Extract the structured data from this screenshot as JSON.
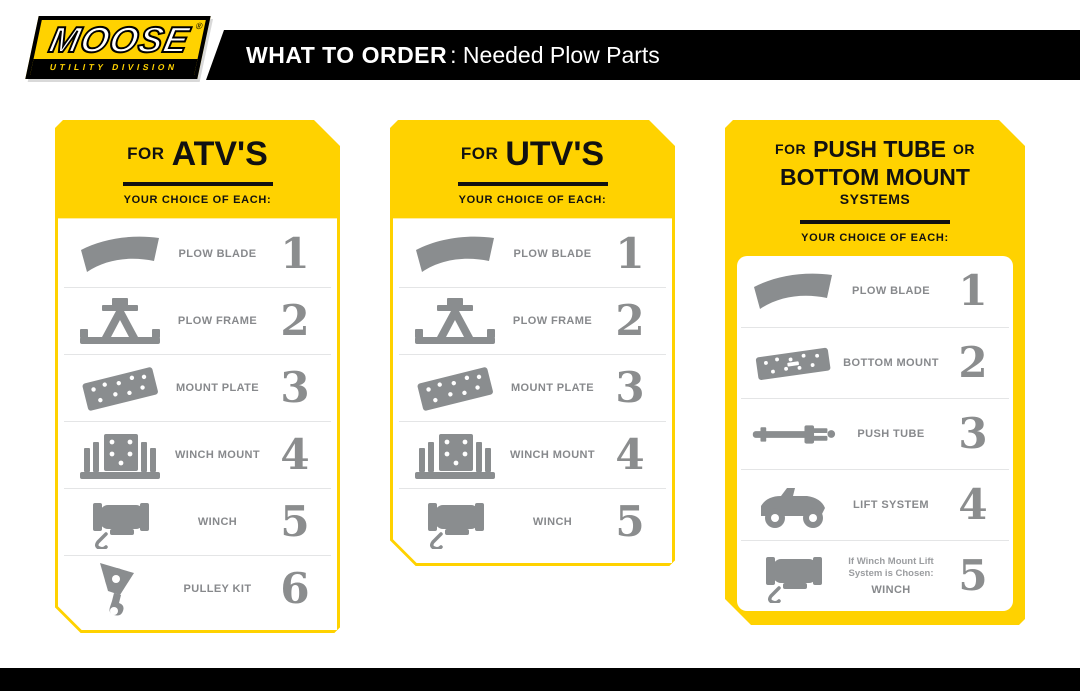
{
  "header": {
    "logo": {
      "brand": "MOOSE",
      "sub": "UTILITY DIVISION",
      "reg": "®"
    },
    "title_bold": "WHAT TO ORDER",
    "title_rest": ": Needed Plow Parts"
  },
  "colors": {
    "yellow": "#ffd200",
    "black": "#000000",
    "gray": "#8a8d8f"
  },
  "cards": [
    {
      "title_lines": [
        [
          {
            "text": "FOR",
            "size": "small"
          },
          {
            "text": "ATV'S",
            "size": "big"
          }
        ]
      ],
      "choice": "YOUR CHOICE OF EACH:",
      "items": [
        {
          "icon": "plow-blade",
          "label": "PLOW BLADE",
          "number": "1"
        },
        {
          "icon": "plow-frame",
          "label": "PLOW FRAME",
          "number": "2"
        },
        {
          "icon": "mount-plate",
          "label": "MOUNT PLATE",
          "number": "3"
        },
        {
          "icon": "winch-mount",
          "label": "WINCH MOUNT",
          "number": "4"
        },
        {
          "icon": "winch",
          "label": "WINCH",
          "number": "5"
        },
        {
          "icon": "pulley-kit",
          "label": "PULLEY KIT",
          "number": "6"
        }
      ]
    },
    {
      "title_lines": [
        [
          {
            "text": "FOR",
            "size": "small"
          },
          {
            "text": "UTV'S",
            "size": "big"
          }
        ]
      ],
      "choice": "YOUR CHOICE OF EACH:",
      "items": [
        {
          "icon": "plow-blade",
          "label": "PLOW BLADE",
          "number": "1"
        },
        {
          "icon": "plow-frame",
          "label": "PLOW FRAME",
          "number": "2"
        },
        {
          "icon": "mount-plate",
          "label": "MOUNT PLATE",
          "number": "3"
        },
        {
          "icon": "winch-mount",
          "label": "WINCH MOUNT",
          "number": "4"
        },
        {
          "icon": "winch",
          "label": "WINCH",
          "number": "5"
        }
      ]
    },
    {
      "title_lines": [
        [
          {
            "text": "FOR",
            "size": "small"
          },
          {
            "text": "PUSH TUBE",
            "size": "big"
          },
          {
            "text": "OR",
            "size": "small"
          }
        ],
        [
          {
            "text": "BOTTOM MOUNT",
            "size": "big"
          }
        ],
        [
          {
            "text": "SYSTEMS",
            "size": "small"
          }
        ]
      ],
      "choice": "YOUR CHOICE OF EACH:",
      "items": [
        {
          "icon": "plow-blade",
          "label": "PLOW BLADE",
          "number": "1"
        },
        {
          "icon": "bottom-mount",
          "label": "BOTTOM MOUNT",
          "number": "2"
        },
        {
          "icon": "push-tube",
          "label": "PUSH TUBE",
          "number": "3"
        },
        {
          "icon": "lift-system",
          "label": "LIFT SYSTEM",
          "number": "4"
        },
        {
          "icon": "winch",
          "sublabel": "If Winch Mount Lift System is Chosen:",
          "label": "WINCH",
          "number": "5"
        }
      ]
    }
  ]
}
